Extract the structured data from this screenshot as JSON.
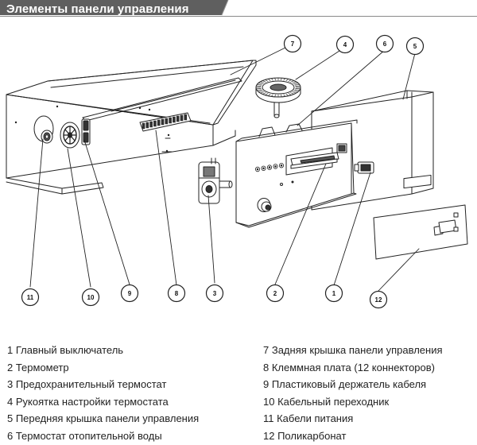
{
  "header": {
    "title": "Элементы панели управления"
  },
  "diagram": {
    "callouts": [
      "1",
      "2",
      "3",
      "4",
      "5",
      "6",
      "7",
      "8",
      "9",
      "10",
      "11",
      "12"
    ]
  },
  "legend": {
    "left": [
      "1 Главный выключатель",
      "2 Термометр",
      "3 Предохранительный термостат",
      "4 Рукоятка настройки термостата",
      "5 Передняя крышка панели управления",
      "6 Термостат отопительной воды"
    ],
    "right": [
      "7 Задняя крышка панели управления",
      "8 Клеммная плата (12 коннекторов)",
      "9 Пластиковый держатель кабеля",
      "10 Кабельный переходник",
      "11 Кабели питания",
      "12 Поликарбонат"
    ]
  }
}
